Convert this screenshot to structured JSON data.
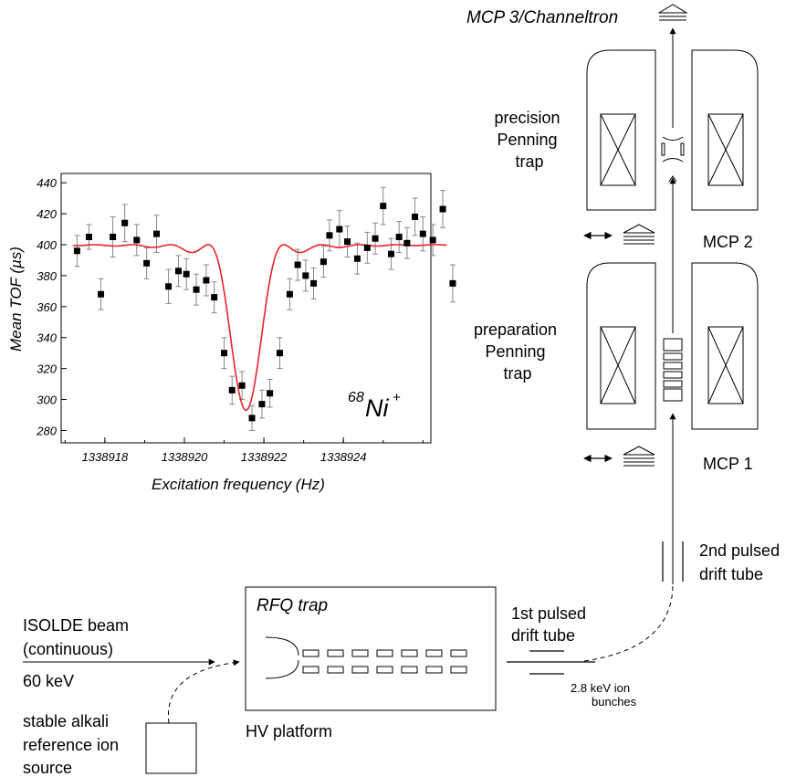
{
  "labels": {
    "mcp3": "MCP 3/Channeltron",
    "precision_trap": [
      "precision",
      "Penning",
      "trap"
    ],
    "preparation_trap": [
      "preparation",
      "Penning",
      "trap"
    ],
    "mcp2": "MCP 2",
    "mcp1": "MCP 1",
    "second_drift": [
      "2nd pulsed",
      "drift tube"
    ],
    "first_drift": [
      "1st pulsed",
      "drift tube"
    ],
    "rfq_trap": "RFQ trap",
    "hv_platform": "HV platform",
    "isolde_beam": [
      "ISOLDE beam",
      "(continuous)"
    ],
    "energy_60": "60 keV",
    "bunches": [
      "2.8 keV ion",
      "bunches"
    ],
    "alkali_source": [
      "stable alkali",
      "reference ion",
      "source"
    ]
  },
  "chart_data": {
    "type": "scatter",
    "xlabel": "Excitation frequency (Hz)",
    "ylabel": "Mean TOF (µs)",
    "annotation": {
      "mass": "68",
      "element": "Ni",
      "charge": "+"
    },
    "x_ticks": [
      "1338918",
      "1338920",
      "1338922",
      "1338924"
    ],
    "y_ticks": [
      "280",
      "300",
      "320",
      "340",
      "360",
      "380",
      "400",
      "420",
      "440"
    ],
    "xlim": [
      1338916.9,
      1338926.2
    ],
    "ylim": [
      272,
      446
    ],
    "points": [
      {
        "x": 1338917.3,
        "y": 396,
        "err": 10
      },
      {
        "x": 1338917.6,
        "y": 405,
        "err": 8
      },
      {
        "x": 1338917.9,
        "y": 368,
        "err": 10
      },
      {
        "x": 1338918.2,
        "y": 405,
        "err": 13
      },
      {
        "x": 1338918.5,
        "y": 414,
        "err": 12
      },
      {
        "x": 1338918.8,
        "y": 403,
        "err": 10
      },
      {
        "x": 1338919.05,
        "y": 388,
        "err": 10
      },
      {
        "x": 1338919.3,
        "y": 407,
        "err": 12
      },
      {
        "x": 1338919.6,
        "y": 373,
        "err": 11
      },
      {
        "x": 1338919.85,
        "y": 383,
        "err": 10
      },
      {
        "x": 1338920.05,
        "y": 381,
        "err": 10
      },
      {
        "x": 1338920.3,
        "y": 371,
        "err": 10
      },
      {
        "x": 1338920.55,
        "y": 377,
        "err": 10
      },
      {
        "x": 1338920.75,
        "y": 366,
        "err": 10
      },
      {
        "x": 1338921.0,
        "y": 330,
        "err": 10
      },
      {
        "x": 1338921.2,
        "y": 306,
        "err": 9
      },
      {
        "x": 1338921.45,
        "y": 309,
        "err": 9
      },
      {
        "x": 1338921.7,
        "y": 288,
        "err": 8
      },
      {
        "x": 1338921.95,
        "y": 297,
        "err": 9
      },
      {
        "x": 1338922.15,
        "y": 304,
        "err": 9
      },
      {
        "x": 1338922.4,
        "y": 330,
        "err": 10
      },
      {
        "x": 1338922.65,
        "y": 368,
        "err": 10
      },
      {
        "x": 1338922.85,
        "y": 387,
        "err": 10
      },
      {
        "x": 1338923.05,
        "y": 380,
        "err": 10
      },
      {
        "x": 1338923.25,
        "y": 375,
        "err": 10
      },
      {
        "x": 1338923.5,
        "y": 389,
        "err": 10
      },
      {
        "x": 1338923.65,
        "y": 406,
        "err": 10
      },
      {
        "x": 1338923.9,
        "y": 410,
        "err": 12
      },
      {
        "x": 1338924.1,
        "y": 402,
        "err": 10
      },
      {
        "x": 1338924.35,
        "y": 391,
        "err": 10
      },
      {
        "x": 1338924.6,
        "y": 398,
        "err": 10
      },
      {
        "x": 1338924.8,
        "y": 404,
        "err": 10
      },
      {
        "x": 1338925.0,
        "y": 425,
        "err": 12
      },
      {
        "x": 1338925.2,
        "y": 394,
        "err": 10
      },
      {
        "x": 1338925.4,
        "y": 405,
        "err": 10
      },
      {
        "x": 1338925.6,
        "y": 401,
        "err": 10
      },
      {
        "x": 1338925.8,
        "y": 418,
        "err": 12
      },
      {
        "x": 1338926.0,
        "y": 407,
        "err": 11
      },
      {
        "x": 1338926.25,
        "y": 403,
        "err": 10
      },
      {
        "x": 1338926.5,
        "y": 423,
        "err": 12
      },
      {
        "x": 1338926.75,
        "y": 375,
        "err": 12
      }
    ],
    "fit_color": "#e8232a"
  }
}
